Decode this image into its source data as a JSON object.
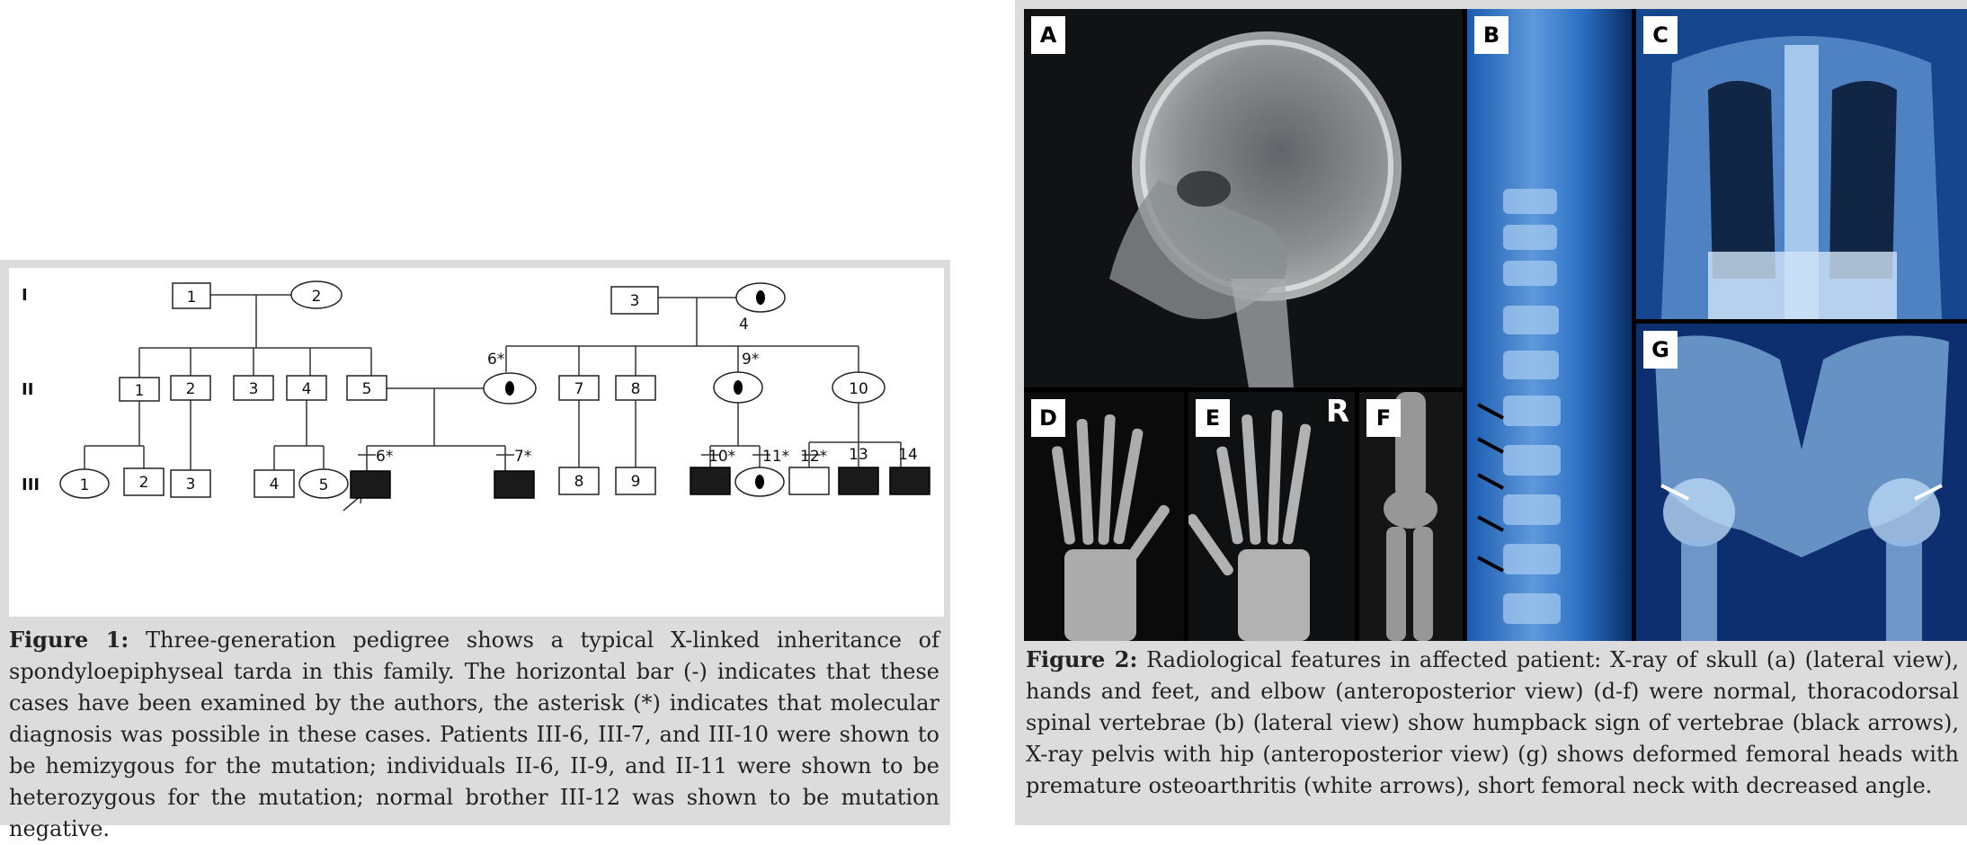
{
  "figure1": {
    "generation_labels": [
      "I",
      "II",
      "III"
    ],
    "individuals": {
      "I_1": "1",
      "I_2": "2",
      "I_3": "3",
      "I_4": "4",
      "II_1": "1",
      "II_2": "2",
      "II_3": "3",
      "II_4": "4",
      "II_5": "5",
      "II_6": "6*",
      "II_7": "7",
      "II_8": "8",
      "II_9": "9*",
      "II_10": "10",
      "III_1": "1",
      "III_2": "2",
      "III_3": "3",
      "III_4": "4",
      "III_5": "5",
      "III_6": "6*",
      "III_7": "7*",
      "III_8": "8",
      "III_9": "9",
      "III_10": "10*",
      "III_11": "11*",
      "III_12": "12*",
      "III_13": "13",
      "III_14": "14"
    },
    "caption_label": "Figure 1:",
    "caption_text": " Three-generation pedigree shows a typical X-linked inheritance of spondyloepiphyseal tarda in this family. The horizontal bar (-) indicates that these cases have been examined by the authors, the asterisk (*) indicates that molecular diagnosis was possible in these cases. Patients III-6, III-7, and III-10 were shown to be hemizygous for the mutation; individuals II-6, II-9, and II-11 were shown to be heterozygous for the mutation; normal brother III-12 was shown to be mutation negative."
  },
  "figure2": {
    "panels": {
      "A": "A",
      "B": "B",
      "C": "C",
      "D": "D",
      "E": "E",
      "F": "F",
      "G": "G"
    },
    "side_marker": "R",
    "caption_label": "Figure 2:",
    "caption_text": " Radiological features in affected patient: X-ray of skull (a) (lateral view), hands and feet, and elbow (anteroposterior view) (d-f) were normal, thoracodorsal spinal vertebrae (b) (lateral view) show humpback sign of vertebrae (black arrows), X-ray pelvis with hip (anteroposterior view) (g) shows deformed femoral heads with premature osteoarthritis (white arrows), short femoral neck with decreased angle."
  }
}
